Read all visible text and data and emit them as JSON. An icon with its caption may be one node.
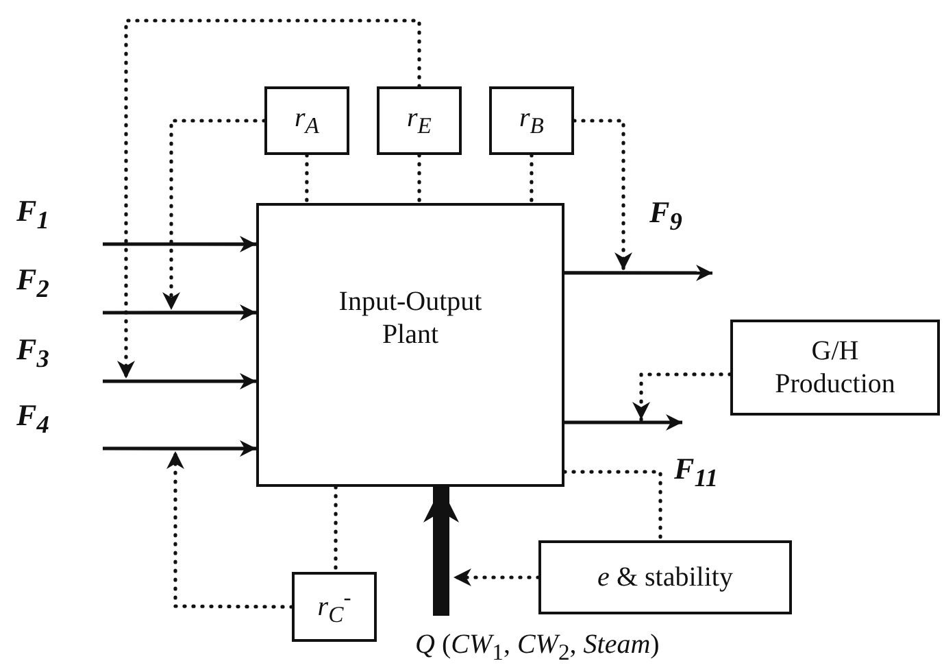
{
  "diagram": {
    "nodes": [
      {
        "text": [
          "r$_{A}$"
        ]
      },
      {
        "text": [
          "r$_{E}$"
        ]
      },
      {
        "text": [
          "r$_{B}$"
        ]
      },
      {
        "text": [
          "Input-Output Plant"
        ]
      },
      {
        "text": [
          "G/H Production"
        ]
      },
      {
        "text": [
          "r$_{C}$$^{-}$"
        ]
      },
      {
        "text": [
          "*e* & stability"
        ]
      }
    ],
    "edges": [
      {
        "from": null,
        "to": 3,
        "arrow": "to",
        "label": "F$_{1}$"
      },
      {
        "from": null,
        "to": 3,
        "arrow": "to",
        "label": "F$_{2}$"
      },
      {
        "from": null,
        "to": 3,
        "arrow": "to",
        "label": "F$_{3}$"
      },
      {
        "from": null,
        "to": 3,
        "arrow": "to",
        "label": "F$_{4}$"
      },
      {
        "from": 3,
        "to": null,
        "arrow": "to",
        "label": "F$_{9}$"
      },
      {
        "from": 3,
        "to": null,
        "arrow": "to",
        "label": "F$_{11}$"
      },
      {
        "from": 0,
        "to": 3,
        "arrow": "none",
        "style": "dashed"
      },
      {
        "from": 1,
        "to": 3,
        "arrow": "none",
        "style": "dashed"
      },
      {
        "from": 2,
        "to": 3,
        "arrow": "none",
        "style": "dashed"
      },
      {
        "from": 0,
        "to": null,
        "arrow": "to",
        "style": "dashed"
      },
      {
        "from": 1,
        "to": null,
        "arrow": "to",
        "style": "dashed"
      },
      {
        "from": 2,
        "to": null,
        "arrow": "to",
        "style": "dashed"
      },
      {
        "from": 4,
        "to": null,
        "arrow": "to",
        "style": "dashed"
      },
      {
        "from": 3,
        "to": 5,
        "arrow": "none",
        "style": "dashed"
      },
      {
        "from": 5,
        "to": null,
        "arrow": "to",
        "style": "dashed"
      },
      {
        "from": 3,
        "to": 6,
        "arrow": "none",
        "style": "dashed"
      },
      {
        "from": 6,
        "to": null,
        "arrow": "to",
        "style": "dashed"
      },
      {
        "from": null,
        "to": 3,
        "arrow": "to",
        "style": "thick",
        "label": "*Q* (*CW*$_{1}$, *CW*$_{2}$, *Steam*)"
      }
    ]
  }
}
